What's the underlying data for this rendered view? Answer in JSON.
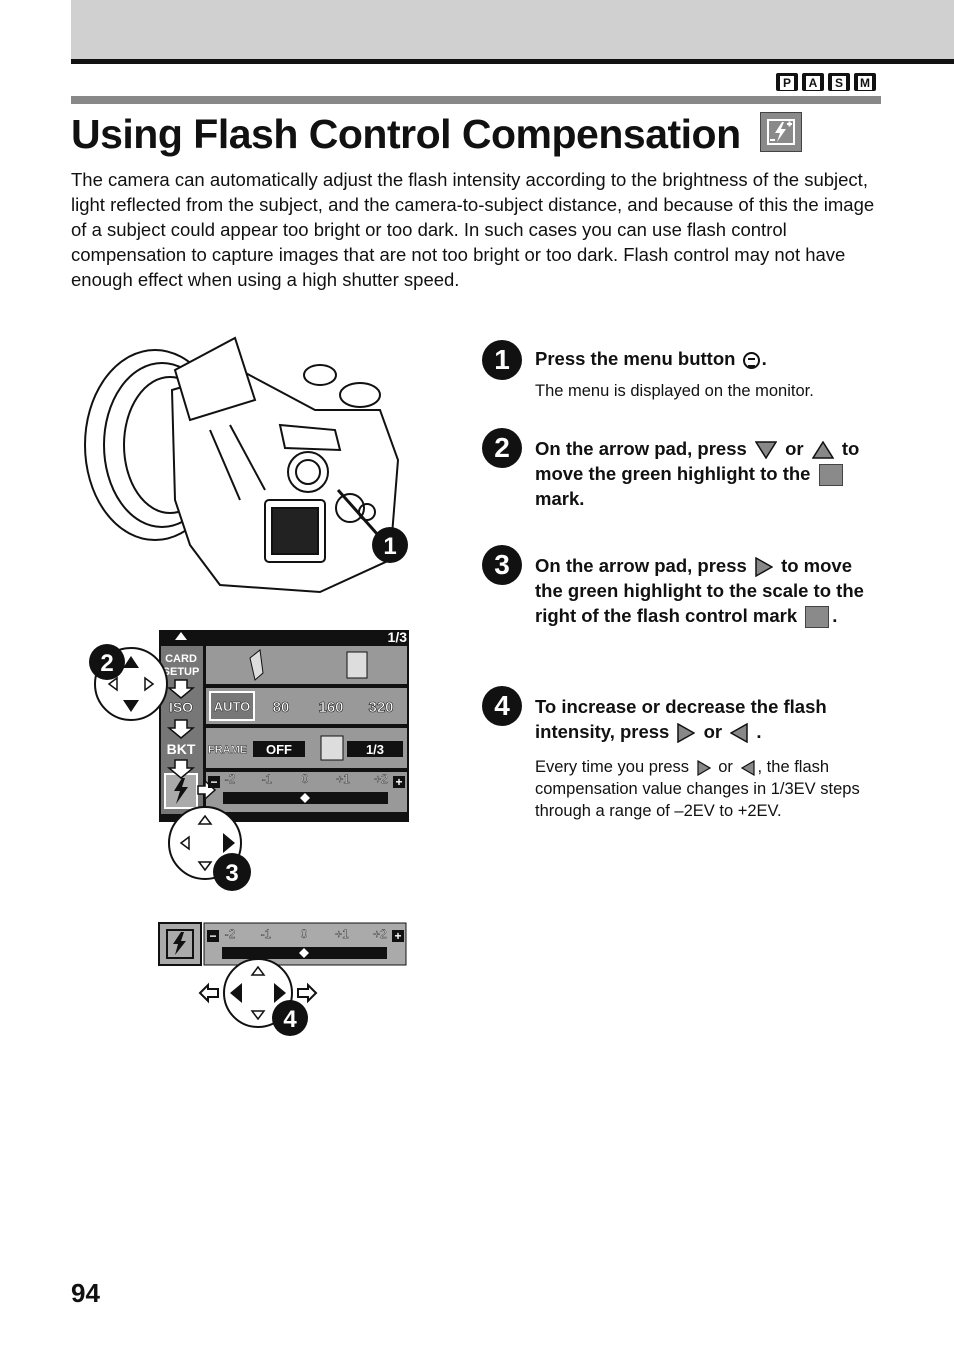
{
  "header": {
    "modes": [
      "P",
      "A",
      "S",
      "M"
    ]
  },
  "title": "Using Flash Control Compensation",
  "title_icon": "flash-compensation-icon",
  "intro": "The camera can automatically adjust the flash intensity according to the brightness of the subject, light reflected from the subject, and the camera-to-subject distance, and because of this the image of a subject could appear too bright or too dark. In such cases you can use flash control compensation to capture images that are not too bright or too dark. Flash control may not have enough effect when using a high shutter speed.",
  "steps": [
    {
      "number": "1",
      "title_a": "Press the menu button",
      "title_b": ".",
      "desc": "The menu is displayed on the monitor."
    },
    {
      "number": "2",
      "title_a": "On the arrow pad, press",
      "title_or": "or",
      "title_b": "to move the green highlight to the",
      "title_c": "mark."
    },
    {
      "number": "3",
      "title_a": "On the arrow pad, press",
      "title_b": "to move the green highlight to the scale to the right of the flash control mark",
      "title_c": "."
    },
    {
      "number": "4",
      "title_a": "To increase or decrease the flash intensity, press",
      "title_or": "or",
      "title_b": ".",
      "desc_a": "Every time you press",
      "desc_or": "or",
      "desc_b": ", the flash compensation value changes in 1/3EV steps through a range of –2EV to +2EV."
    }
  ],
  "figure": {
    "callout_1": "1",
    "callout_2": "2",
    "callout_3": "3",
    "callout_4": "4",
    "lcd": {
      "page": "1/3",
      "card_setup": [
        "CARD",
        "SETUP"
      ],
      "iso_label": "ISO",
      "iso_options": [
        "AUTO",
        "80",
        "160",
        "320"
      ],
      "bkt_label": "BKT",
      "frame_label": "FRAME",
      "frame_value": "OFF",
      "bkt_step": "1/3",
      "scale_ticks": [
        "-2",
        "-1",
        "0",
        "+1",
        "+2"
      ],
      "scale_minus": "−",
      "scale_plus": "+"
    }
  },
  "page_number": "94"
}
